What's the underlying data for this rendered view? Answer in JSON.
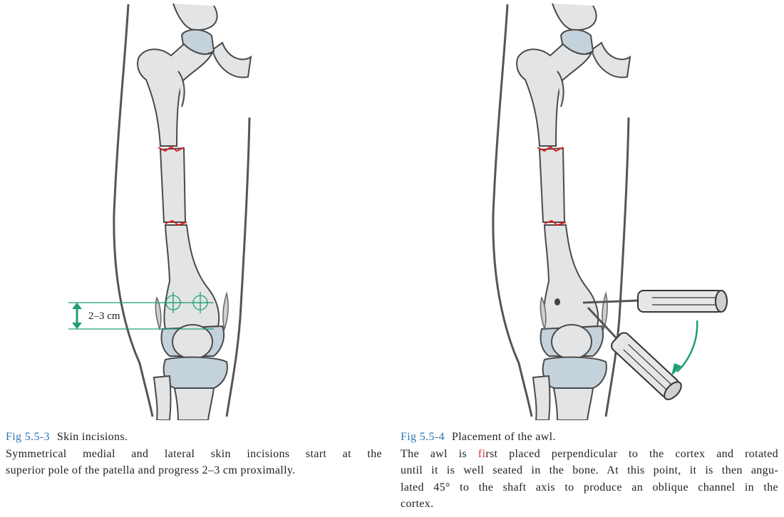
{
  "figures": [
    {
      "number": "Fig 5.5-3",
      "title": "Skin incisions.",
      "body_lines": [
        "Symmetrical medial and lateral skin incisions start at the",
        "superior pole of the patella and progress 2–3 cm proximally."
      ],
      "measure_label": "2–3 cm"
    },
    {
      "number": "Fig 5.5-4",
      "title": "Placement of the awl.",
      "body_line1_pre": "The awl is ",
      "body_line1_red": "fi",
      "body_line1_post": "rst placed perpendicular to the cortex and rotated",
      "body_lines": [
        "until it is well seated in the bone. At this point, it is then angu-",
        "lated 45° to the shaft axis to produce an oblique channel in the",
        "cortex."
      ]
    }
  ],
  "colors": {
    "bone": "#e3e4e6",
    "cartilage": "#c4d2dc",
    "outline": "#4a4a4a",
    "fracture": "#e02020",
    "measure": "#1f9e74",
    "arrow": "#1f9e74",
    "figure_number": "#2f74b5"
  }
}
